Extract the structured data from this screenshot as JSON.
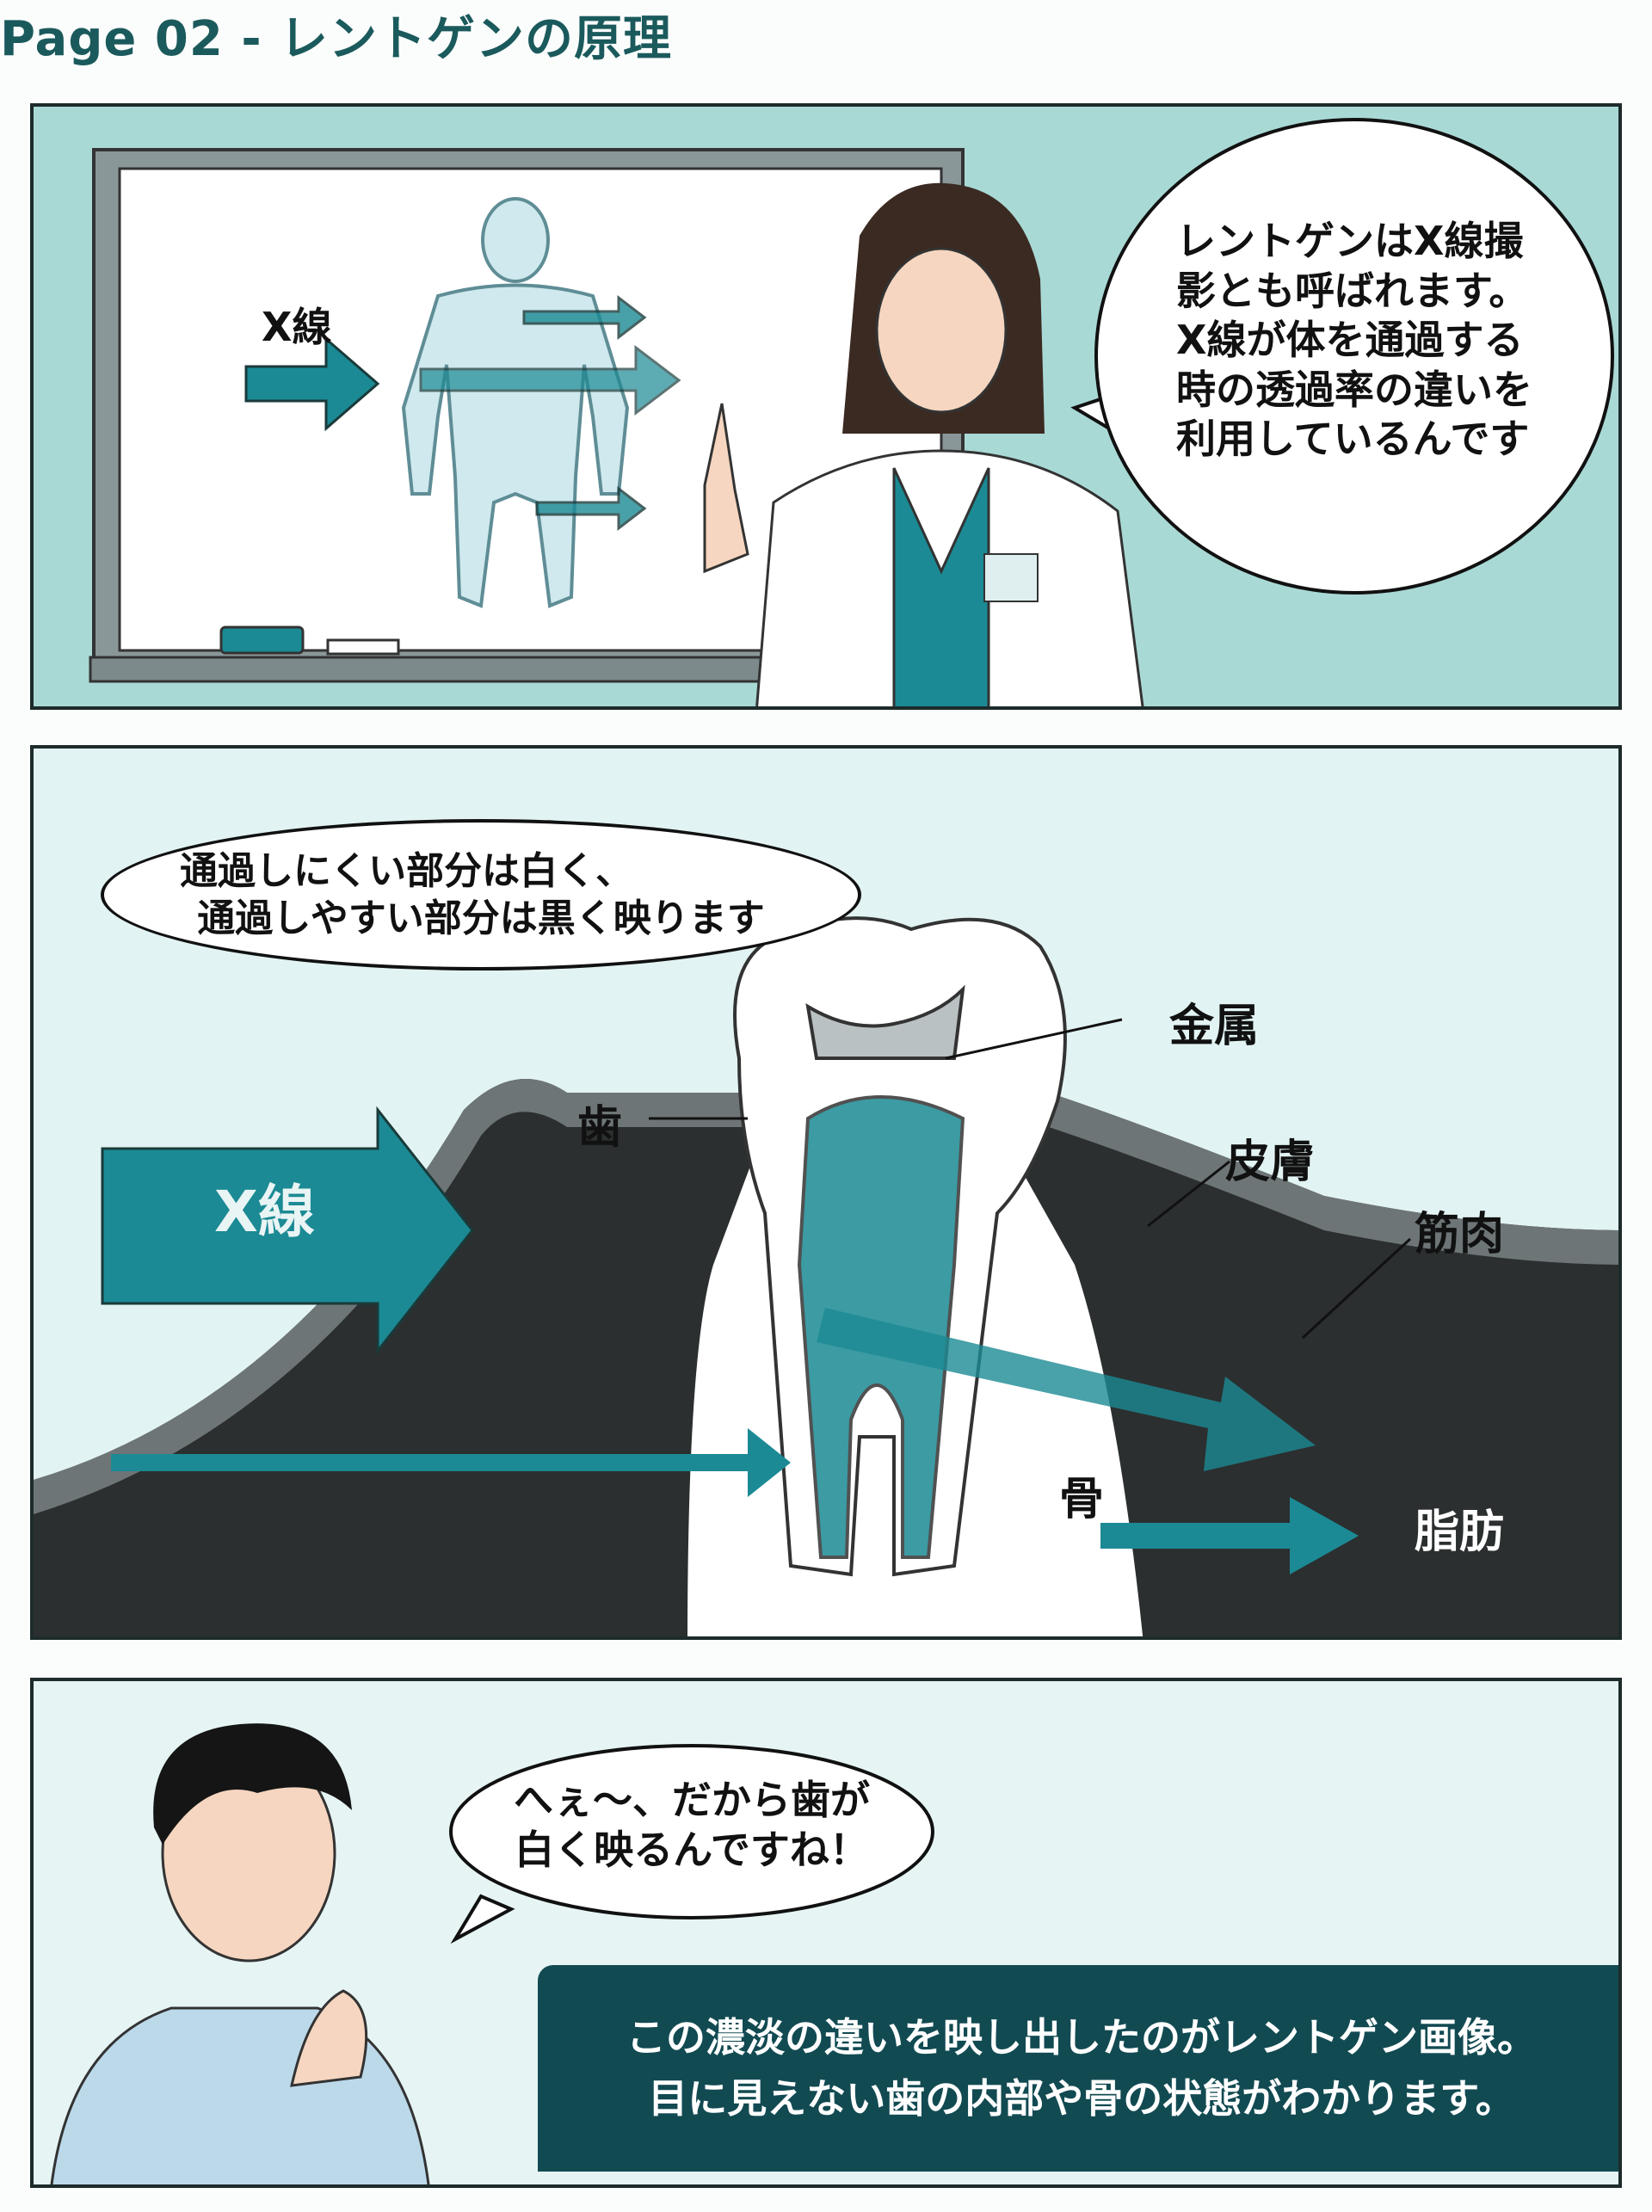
{
  "page_title": "Page 02 - レントゲンの原理",
  "colors": {
    "accent": "#1b8a94",
    "panel_bg": "#a9d9d5",
    "caption_bg": "#124a52",
    "title": "#1b5a5c"
  },
  "panel1": {
    "board_label": "X線",
    "speech": [
      "レントゲンはX線撮",
      "影とも呼ばれます。",
      "X線が体を通過する",
      "時の透過率の違いを",
      "利用しているんです"
    ]
  },
  "panel2": {
    "speech": [
      "通過しにくい部分は白く、",
      "通過しやすい部分は黒く映ります"
    ],
    "arrow_label": "X線",
    "labels": {
      "metal": "金属",
      "tooth": "歯",
      "skin": "皮膚",
      "muscle": "筋肉",
      "bone": "骨",
      "fat": "脂肪"
    }
  },
  "panel3": {
    "speech": [
      "へぇ〜、だから歯が",
      "白く映るんですね！"
    ],
    "caption": [
      "この濃淡の違いを映し出したのがレントゲン画像。",
      "目に見えない歯の内部や骨の状態がわかります。"
    ]
  }
}
